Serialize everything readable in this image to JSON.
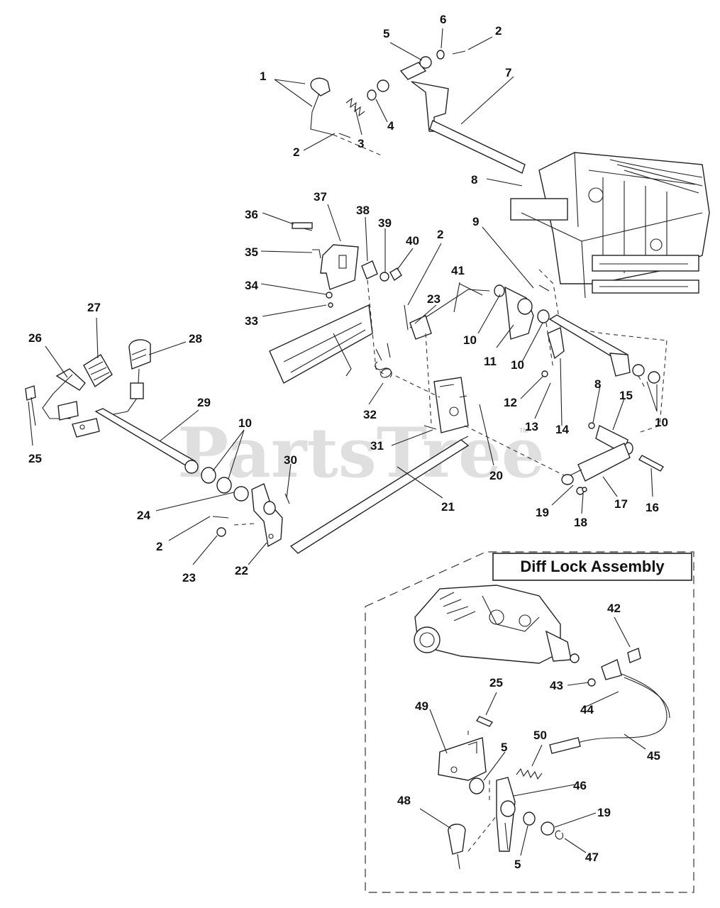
{
  "watermark": "PartsTree",
  "watermark_mark": "TM",
  "inset": {
    "title": "Diff Lock Assembly"
  },
  "callouts": {
    "c1": "1",
    "c2a": "2",
    "c2b": "2",
    "c2c": "2",
    "c2d": "2",
    "c3": "3",
    "c4": "4",
    "c5a": "5",
    "c5b": "5",
    "c5c": "5",
    "c6": "6",
    "c7": "7",
    "c8a": "8",
    "c8b": "8",
    "c9": "9",
    "c10a": "10",
    "c10b": "10",
    "c10c": "10",
    "c10d": "10",
    "c11": "11",
    "c12": "12",
    "c13": "13",
    "c14": "14",
    "c15": "15",
    "c16": "16",
    "c17": "17",
    "c18": "18",
    "c19a": "19",
    "c19b": "19",
    "c20": "20",
    "c21": "21",
    "c22": "22",
    "c23a": "23",
    "c23b": "23",
    "c24": "24",
    "c25a": "25",
    "c25b": "25",
    "c26": "26",
    "c27": "27",
    "c28": "28",
    "c29": "29",
    "c30": "30",
    "c31": "31",
    "c32": "32",
    "c33": "33",
    "c34": "34",
    "c35": "35",
    "c36": "36",
    "c37": "37",
    "c38": "38",
    "c39": "39",
    "c40": "40",
    "c41": "41",
    "c42": "42",
    "c43": "43",
    "c44": "44",
    "c45": "45",
    "c46": "46",
    "c47": "47",
    "c48": "48",
    "c49": "49",
    "c50": "50"
  }
}
